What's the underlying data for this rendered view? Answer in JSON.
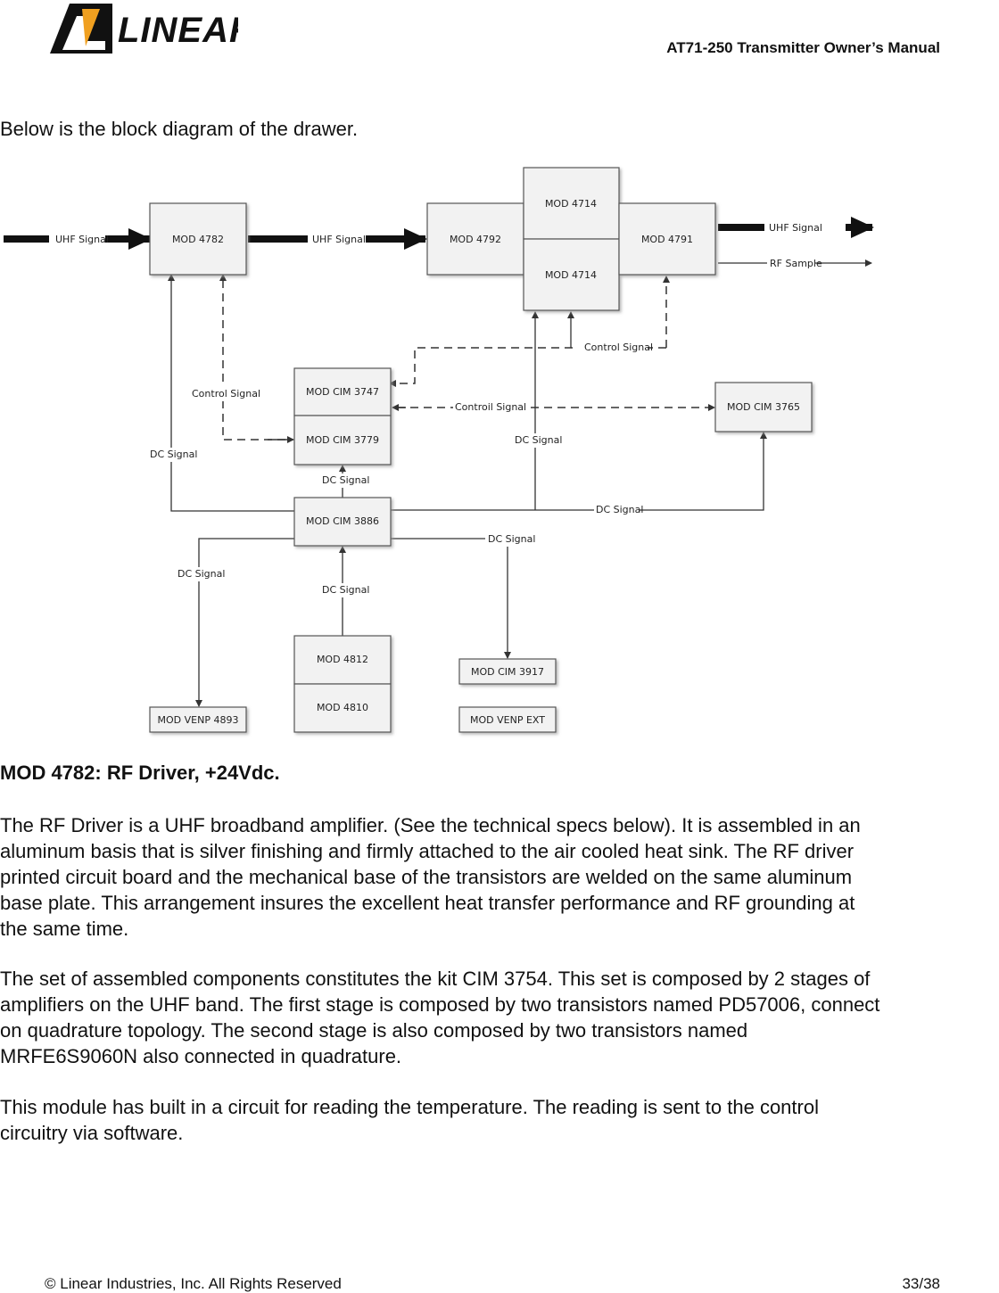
{
  "header": {
    "logo_text": "LINEAR",
    "doc_title": "AT71-250 Transmitter Owner’s Manual"
  },
  "intro": "Below is the block diagram of the drawer.",
  "diagram": {
    "blocks": {
      "mod4782": "MOD 4782",
      "mod4792": "MOD 4792",
      "mod4714_top": "MOD 4714",
      "mod4714_bottom": "MOD 4714",
      "mod4791": "MOD 4791",
      "cim3747": "MOD CIM 3747",
      "cim3779": "MOD CIM 3779",
      "cim3765": "MOD CIM 3765",
      "cim3886": "MOD CIM 3886",
      "mod4812": "MOD 4812",
      "mod4810": "MOD 4810",
      "cim3917": "MOD CIM 3917",
      "venpext": "MOD VENP EXT",
      "venp4893": "MOD VENP 4893"
    },
    "signals": {
      "uhf_in": "UHF Signal",
      "uhf_mid": "UHF Signal",
      "uhf_out": "UHF Signal",
      "rf_sample": "RF Sample",
      "control_top": "Control Signal",
      "control_left": "Control Signal",
      "control_mid": "Controil Signal",
      "dc_left": "DC Signal",
      "dc_mid": "DC Signal",
      "dc_right": "DC Signal",
      "dc_3779": "DC Signal",
      "dc_3917": "DC Signal",
      "dc_4893": "DC Signal",
      "dc_4812": "DC Signal"
    }
  },
  "section": {
    "title": "MOD 4782:  RF Driver, +24Vdc.",
    "paragraphs": [
      "The RF Driver is a UHF broadband amplifier. (See the technical specs below). It is assembled in an\naluminum basis that is silver finishing and firmly attached to the air cooled heat sink. The RF driver\nprinted circuit board and the mechanical base of the transistors are welded on the same aluminum\nbase plate. This arrangement insures the excellent heat transfer performance and RF grounding at\nthe same time.",
      "The set of assembled components constitutes the kit CIM 3754. This set is composed by 2 stages of\namplifiers on the UHF band. The first stage is composed by two transistors named PD57006, connect\non quadrature topology. The second stage is also composed by two transistors named\nMRFE6S9060N also connected in quadrature.",
      "This module has built in a circuit for reading the temperature. The reading is sent to the control\ncircuitry via software."
    ]
  },
  "footer": {
    "copyright": "© Linear Industries, Inc. All Rights Reserved",
    "page": "33/38"
  }
}
